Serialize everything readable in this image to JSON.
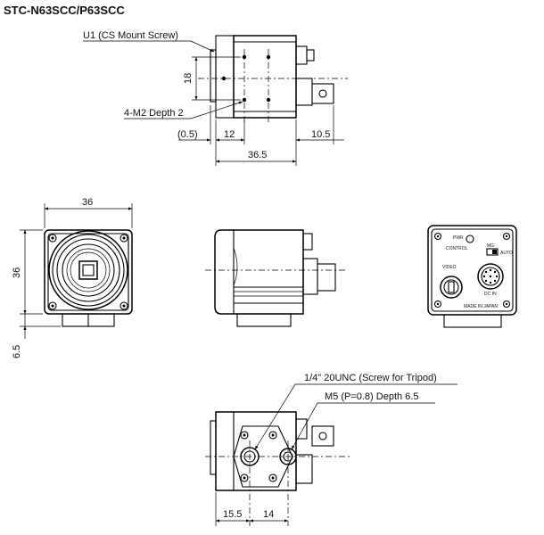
{
  "title": "STC-N63SCC/P63SCC",
  "top_view": {
    "callout_mount": "U1 (CS Mount Screw)",
    "callout_holes": "4-M2 Depth 2",
    "dim_height": "18",
    "dim_offset": "(0.5)",
    "dim_front": "12",
    "dim_rear": "10.5",
    "dim_length": "36.5"
  },
  "front_view": {
    "dim_width": "36",
    "dim_height": "36",
    "dim_tripod": "6.5"
  },
  "rear_panel": {
    "label_pwr": "PWR",
    "label_control": "CONTROL",
    "label_mg": "MG",
    "label_auto": "AUTO",
    "label_video": "VIDEO",
    "label_dcin": "DC IN",
    "label_made": "MADE IN JAPAN"
  },
  "bottom_view": {
    "callout_tripod": "1/4\" 20UNC (Screw for Tripod)",
    "callout_m5": "M5 (P=0.8) Depth 6.5",
    "dim_a": "15.5",
    "dim_b": "14"
  }
}
